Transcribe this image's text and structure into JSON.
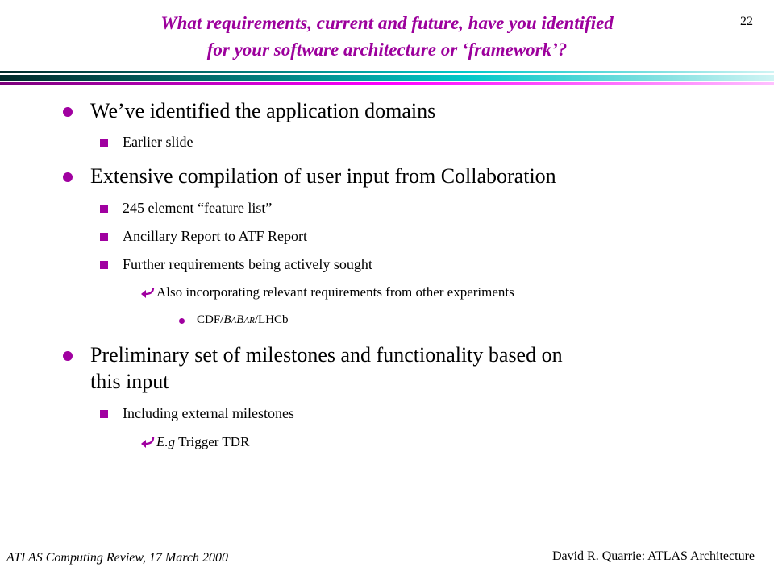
{
  "slide": {
    "title_line1": "What requirements, current and future, have you identified",
    "title_line2": "for your software architecture or ‘framework’?",
    "page_number": "22",
    "title_color": "#9c009c",
    "bullet_color": "#a000a0",
    "rule_colors": [
      "#003838",
      "#00b0b0",
      "#ff00ff"
    ]
  },
  "bullets": {
    "b1": "We’ve identified the application domains",
    "b1_1": "Earlier slide",
    "b2": "Extensive compilation of user input from Collaboration",
    "b2_1": "245 element “feature list”",
    "b2_2": "Ancillary Report to ATF Report",
    "b2_3": "Further requirements being actively sought",
    "b2_3_1": "Also incorporating relevant requirements from other experiments",
    "b2_3_1_1_prefix": "CDF/",
    "b2_3_1_1_B1": "B",
    "b2_3_1_1_A": "A",
    "b2_3_1_1_B2": "B",
    "b2_3_1_1_AR": "AR",
    "b2_3_1_1_suffix": "/LHCb",
    "b3_line1": "Preliminary set of milestones and functionality based on",
    "b3_line2": "this input",
    "b3_1": "Including external milestones",
    "b3_1_1_italic": "E.g",
    "b3_1_1_rest": " Trigger TDR"
  },
  "footer": {
    "left": "ATLAS Computing Review, 17 March 2000",
    "right": "David R. Quarrie: ATLAS Architecture"
  },
  "icons": {
    "level1": "circle-bullet-icon",
    "level2": "square-bullet-icon",
    "level3": "curved-arrow-icon",
    "level4": "small-circle-bullet-icon"
  }
}
